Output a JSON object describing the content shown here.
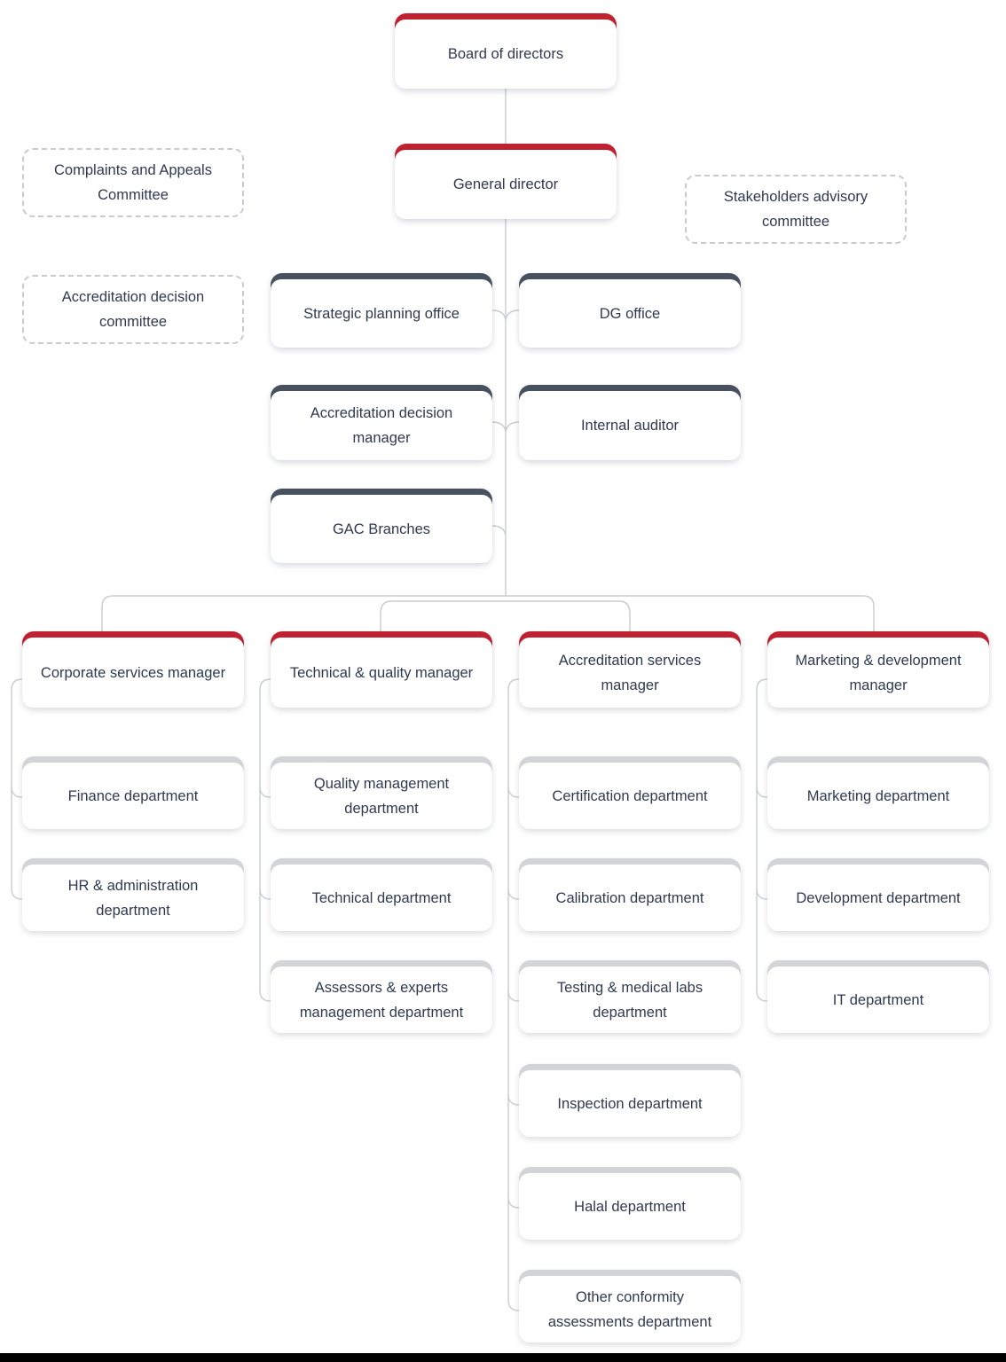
{
  "org": {
    "board": {
      "label": "Board of directors"
    },
    "general_director": {
      "label": "General director"
    },
    "committees": {
      "complaints_appeals": {
        "label": "Complaints and Appeals Committee"
      },
      "accreditation_decision": {
        "label": "Accreditation decision committee"
      },
      "stakeholders_advisory": {
        "label": "Stakeholders advisory committee"
      }
    },
    "direct_reports": {
      "strategic_planning_office": {
        "label": "Strategic planning office"
      },
      "dg_office": {
        "label": "DG office"
      },
      "accreditation_decision_manager": {
        "label": "Accreditation decision manager"
      },
      "internal_auditor": {
        "label": "Internal auditor"
      },
      "gac_branches": {
        "label": "GAC Branches"
      }
    },
    "managers": {
      "corporate_services": {
        "label": "Corporate services manager",
        "departments": {
          "finance": {
            "label": "Finance department"
          },
          "hr_administration": {
            "label": "HR & administration department"
          }
        }
      },
      "technical_quality": {
        "label": "Technical & quality manager",
        "departments": {
          "quality_management": {
            "label": "Quality management department"
          },
          "technical": {
            "label": "Technical department"
          },
          "assessors_experts": {
            "label": "Assessors & experts management department"
          }
        }
      },
      "accreditation_services": {
        "label": "Accreditation services manager",
        "departments": {
          "certification": {
            "label": "Certification department"
          },
          "calibration": {
            "label": "Calibration department"
          },
          "testing_medical_labs": {
            "label": "Testing & medical labs department"
          },
          "inspection": {
            "label": "Inspection department"
          },
          "halal": {
            "label": "Halal department"
          },
          "other_conformity": {
            "label": "Other conformity assessments department"
          }
        }
      },
      "marketing_development": {
        "label": "Marketing & development manager",
        "departments": {
          "marketing": {
            "label": "Marketing department"
          },
          "development": {
            "label": "Development department"
          },
          "it": {
            "label": "IT department"
          }
        }
      }
    }
  },
  "colors": {
    "accent_red": "#bf2130",
    "accent_navy": "#47515f",
    "department_bar": "#d3d4d8",
    "connector_line": "#c9ccd1",
    "text": "#2f3a50",
    "footer_bar": "#000000"
  }
}
